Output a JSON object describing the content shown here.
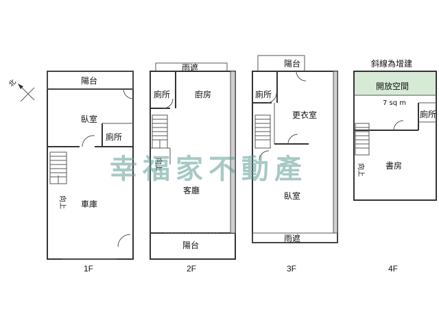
{
  "north": "北",
  "note": "斜線為增建",
  "watermark": "幸福家不動產",
  "floors": [
    {
      "label": "1F",
      "rooms": {
        "balcony": "陽台",
        "bedroom": "臥室",
        "toilet": "廁所",
        "garage": "車庫",
        "stair": "向上"
      }
    },
    {
      "label": "2F",
      "rooms": {
        "awning": "雨遮",
        "toilet": "廁所",
        "kitchen": "廚房",
        "living": "客廳",
        "balcony": "陽台",
        "stair": "向上"
      }
    },
    {
      "label": "3F",
      "rooms": {
        "balcony": "陽台",
        "toilet": "廁所",
        "dressing": "更衣室",
        "bedroom": "臥室",
        "awning": "雨遮"
      }
    },
    {
      "label": "4F",
      "rooms": {
        "open_space": "開放空間",
        "area": "7 sq m",
        "toilet": "廁所",
        "study": "書房",
        "stair": "向上"
      }
    }
  ],
  "colors": {
    "extension": "#d6ead6",
    "watermark": "#5f9c95"
  }
}
